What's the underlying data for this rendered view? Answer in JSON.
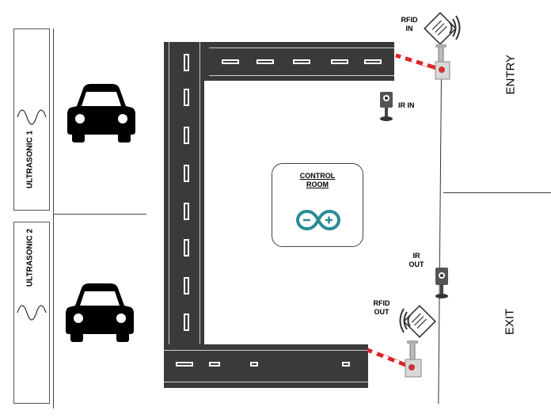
{
  "sensors": {
    "ultrasonic_1": "ULTRASONIC 1",
    "ultrasonic_2": "ULTRASONIC 2",
    "rfid_in": [
      "RFID",
      "IN"
    ],
    "ir_in": "IR IN",
    "ir_out": [
      "IR",
      "OUT"
    ],
    "rfid_out": [
      "RFID",
      "OUT"
    ]
  },
  "zones": {
    "entry": "ENTRY",
    "exit": "EXIT"
  },
  "control_room": {
    "title_line1": "CONTROL",
    "title_line2": "ROOM",
    "logo_icon": "arduino-logo-icon",
    "logo_color": "#2c8b94"
  },
  "icons": [
    "car-icon",
    "ultrasonic-wave-icon",
    "rfid-reader-icon",
    "ir-sensor-icon",
    "barrier-gate-icon"
  ],
  "colors": {
    "road": "#3a3a3a",
    "barrier_red": "#d9262b",
    "lines": "#333333"
  }
}
